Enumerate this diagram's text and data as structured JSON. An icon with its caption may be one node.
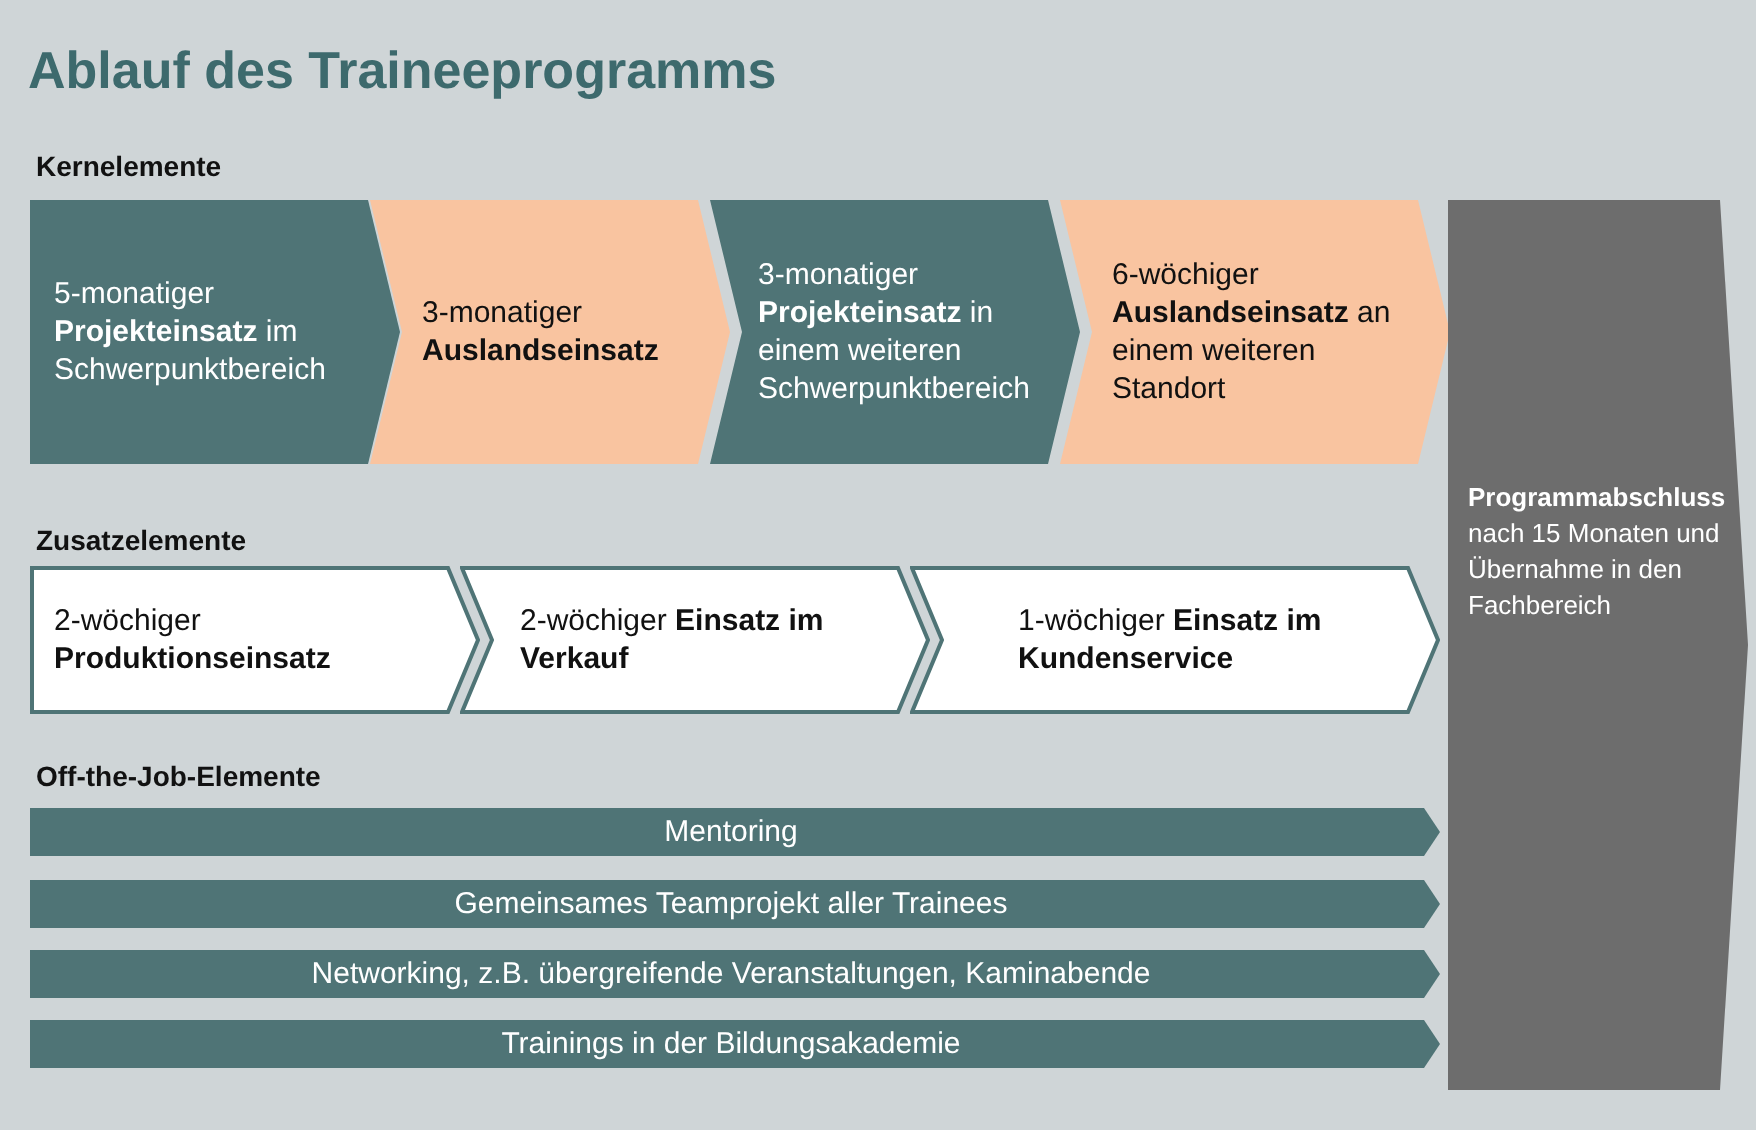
{
  "diagram": {
    "title": "Ablauf des Traineeprogramms",
    "nodes": [
      {
        "text": [
          "5-monatiger **Projekteinsatz** im Schwerpunktbereich"
        ]
      },
      {
        "text": [
          "3-monatiger **Auslandseinsatz**"
        ]
      },
      {
        "text": [
          "3-monatiger **Projekteinsatz** in einem weiteren Schwerpunktbereich"
        ]
      },
      {
        "text": [
          "6-wöchiger **Auslandseinsatz** an einem weiteren Standort"
        ]
      },
      {
        "text": [
          "2-wöchiger **Produktionseinsatz**"
        ]
      },
      {
        "text": [
          "2-wöchiger **Einsatz im Verkauf**"
        ]
      },
      {
        "text": [
          "1-wöchiger **Einsatz im Kundenservice**"
        ]
      },
      {
        "text": [
          "Mentoring"
        ]
      },
      {
        "text": [
          "Gemeinsames Teamprojekt aller Trainees"
        ]
      },
      {
        "text": [
          "Networking, z.B. übergreifende Veranstaltungen, Kaminabende"
        ]
      },
      {
        "text": [
          "Trainings in der Bildungsakademie"
        ]
      },
      {
        "text": [
          "**Programmabschluss** nach 15 Monaten und Übernahme in den Fachbereich"
        ]
      }
    ],
    "labels": [
      "Kernelemente",
      "Zusatzelemente",
      "Off-the-Job-Elemente"
    ]
  }
}
